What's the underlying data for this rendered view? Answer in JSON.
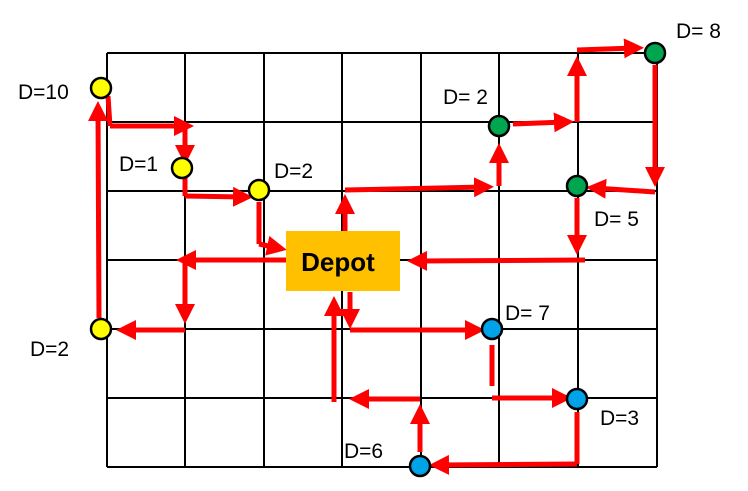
{
  "depot": {
    "label": "Depot",
    "color": "#ffc000"
  },
  "colors": {
    "route": "#ff0000",
    "grid": "#000000",
    "yellow": "#ffff00",
    "green": "#00a550",
    "blue": "#00a2e8"
  },
  "customers": [
    {
      "id": "y1",
      "label": "D=10",
      "color": "yellow"
    },
    {
      "id": "y2",
      "label": "D=1",
      "color": "yellow"
    },
    {
      "id": "y3",
      "label": "D=2",
      "color": "yellow"
    },
    {
      "id": "y4",
      "label": "D=2",
      "color": "yellow"
    },
    {
      "id": "g1",
      "label": "D= 2",
      "color": "green"
    },
    {
      "id": "g2",
      "label": "D= 8",
      "color": "green"
    },
    {
      "id": "g3",
      "label": "D= 5",
      "color": "green"
    },
    {
      "id": "b1",
      "label": "D= 7",
      "color": "blue"
    },
    {
      "id": "b2",
      "label": "D=3",
      "color": "blue"
    },
    {
      "id": "b3",
      "label": "D=6",
      "color": "blue"
    }
  ]
}
